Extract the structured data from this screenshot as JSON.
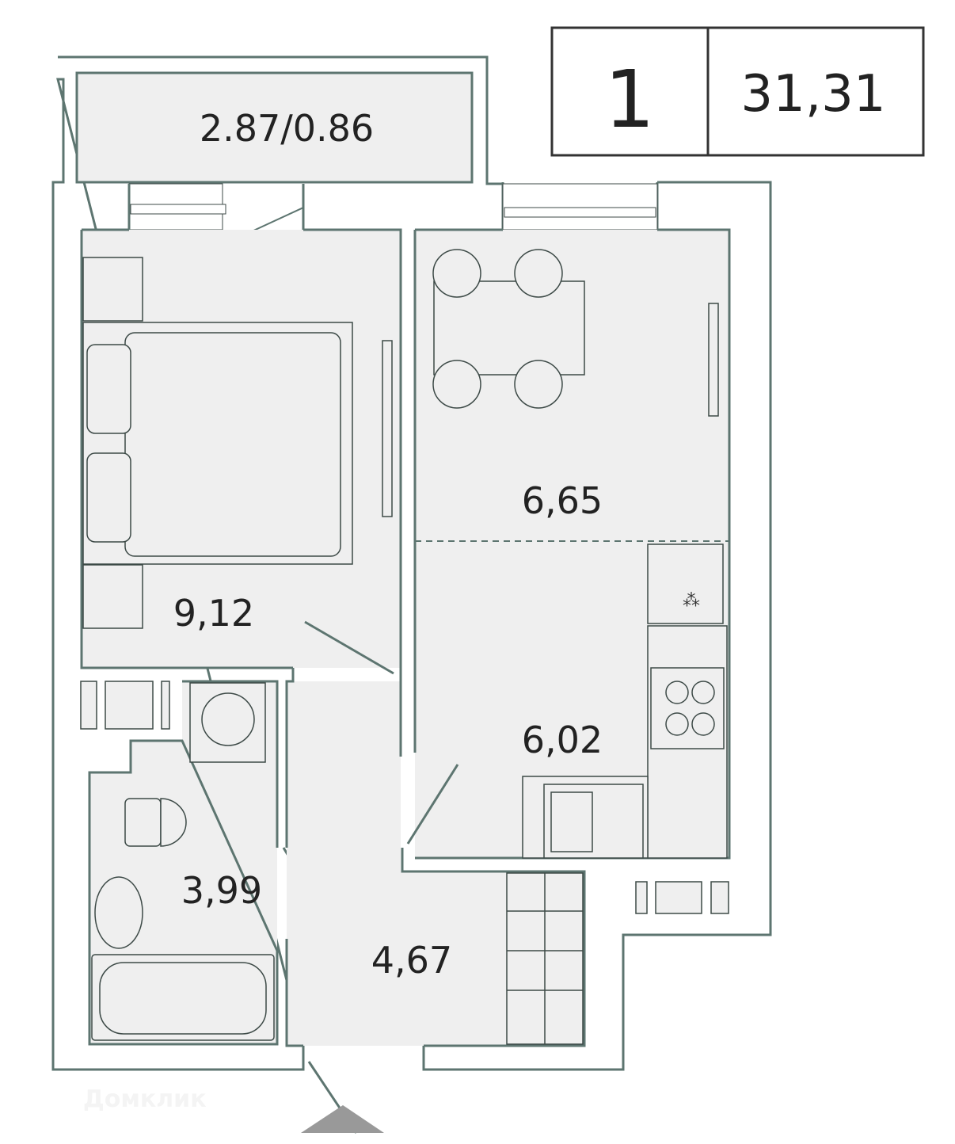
{
  "header": {
    "rooms": "1",
    "total_area": "31,31"
  },
  "rooms": {
    "balcony": "2.87/0.86",
    "bedroom": "9,12",
    "dining": "6,65",
    "kitchen": "6,02",
    "bathroom": "3,99",
    "hallway": "4,67"
  },
  "watermark": "Домклик",
  "colors": {
    "wall": "#5d7570",
    "room_fill": "#efefef"
  }
}
